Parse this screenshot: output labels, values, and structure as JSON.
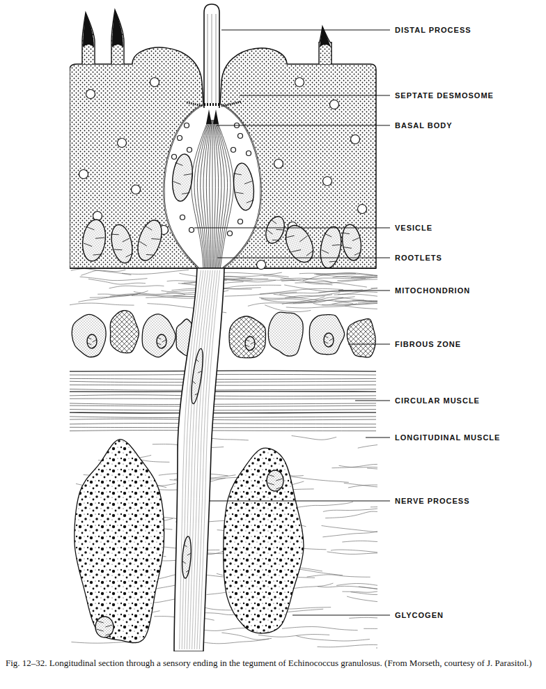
{
  "diagram": {
    "caption": "Fig. 12–32. Longitudinal section through a sensory ending in the tegument of Echinococcus granulosus. (From Morseth, courtesy of J. Parasitol.)",
    "labels": [
      "DISTAL PROCESS",
      "SEPTATE DESMOSOME",
      "BASAL BODY",
      "VESICLE",
      "ROOTLETS",
      "MITOCHONDRION",
      "FIBROUS ZONE",
      "CIRCULAR MUSCLE",
      "LONGITUDINAL MUSCLE",
      "NERVE PROCESS",
      "GLYCOGEN"
    ]
  }
}
